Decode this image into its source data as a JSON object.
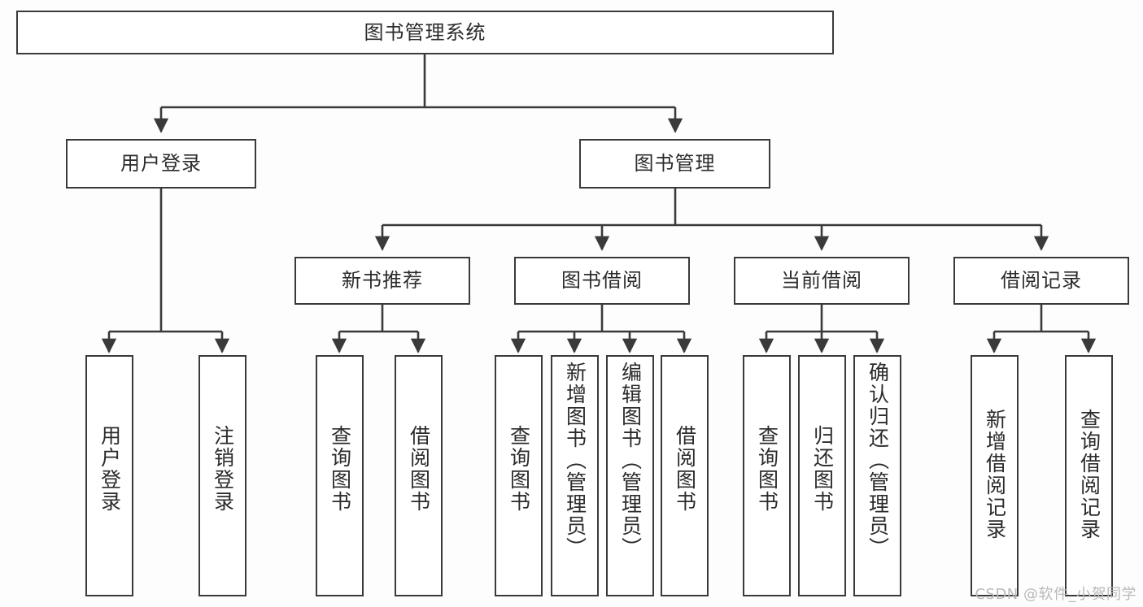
{
  "diagram": {
    "title": "图书管理系统",
    "type": "tree-hierarchy-chart",
    "watermark": "CSDN @软件_小贺同学",
    "root": {
      "label": "图书管理系统"
    },
    "level2": [
      {
        "label": "用户登录"
      },
      {
        "label": "图书管理"
      }
    ],
    "level3": [
      {
        "label": "新书推荐"
      },
      {
        "label": "图书借阅"
      },
      {
        "label": "当前借阅"
      },
      {
        "label": "借阅记录"
      }
    ],
    "leaves": [
      {
        "label": "用户登录",
        "parent": "用户登录"
      },
      {
        "label": "注销登录",
        "parent": "用户登录"
      },
      {
        "label": "查询图书",
        "parent": "新书推荐"
      },
      {
        "label": "借阅图书",
        "parent": "新书推荐"
      },
      {
        "label": "查询图书",
        "parent": "图书借阅"
      },
      {
        "label": "新增图书（管理员）",
        "parent": "图书借阅"
      },
      {
        "label": "编辑图书（管理员）",
        "parent": "图书借阅"
      },
      {
        "label": "借阅图书",
        "parent": "图书借阅"
      },
      {
        "label": "查询图书",
        "parent": "当前借阅"
      },
      {
        "label": "归还图书",
        "parent": "当前借阅"
      },
      {
        "label": "确认归还（管理员）",
        "parent": "当前借阅"
      },
      {
        "label": "新增借阅记录",
        "parent": "借阅记录"
      },
      {
        "label": "查询借阅记录",
        "parent": "借阅记录"
      }
    ],
    "colors": {
      "stroke": "#3a3a3a",
      "fill": "#ffffff",
      "text": "#2b2b2b",
      "watermark": "#b9b9b9",
      "background": "#fdfdfd"
    }
  }
}
